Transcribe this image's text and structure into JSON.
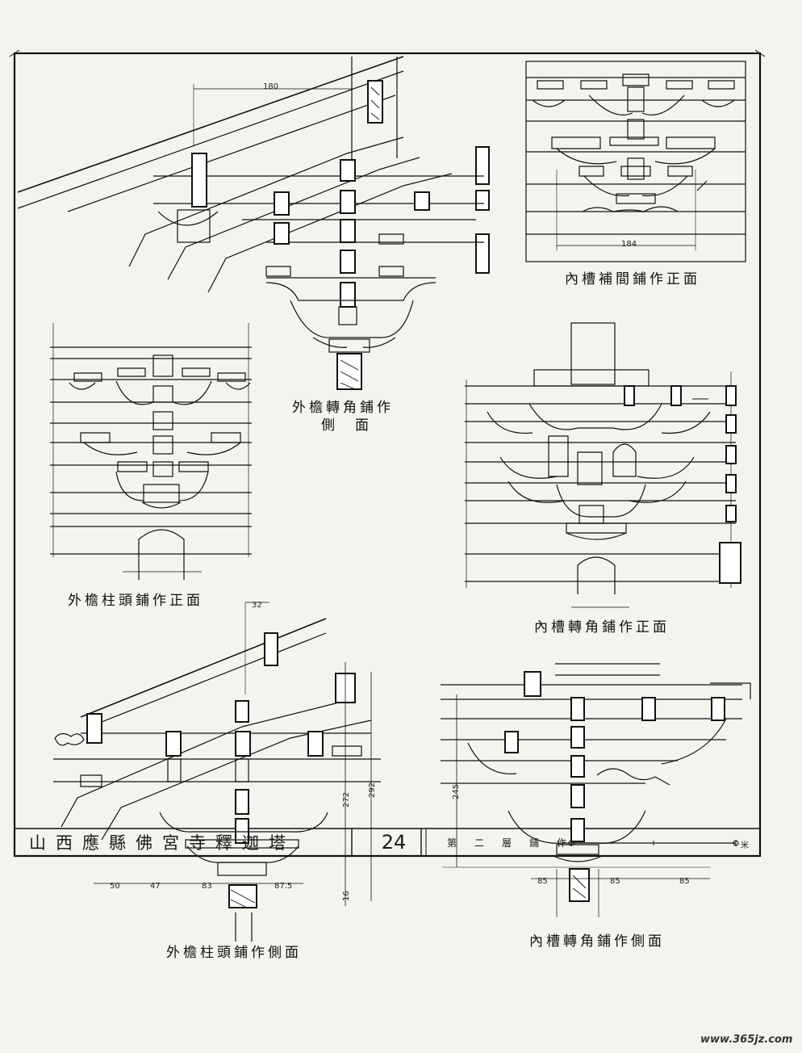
{
  "drawings": {
    "outer_corner_side": {
      "line1": "外檐轉角鋪作",
      "line2": "側　面"
    },
    "inner_intercol_front": "內槽補間鋪作正面",
    "outer_column_front": "外檐柱頭鋪作正面",
    "inner_corner_front": "內槽轉角鋪作正面",
    "outer_column_side": "外檐柱頭鋪作側面",
    "inner_corner_side": "內槽轉角鋪作側面"
  },
  "dimensions": {
    "d180": "180",
    "d184": "184",
    "d32": "32",
    "d50": "50",
    "d47": "47",
    "d83": "83",
    "d875": "87.5",
    "d272": "272",
    "d292": "292",
    "d16": "16",
    "d245": "245",
    "d85a": "85",
    "d85b": "85",
    "d85c": "85"
  },
  "title_block": {
    "title": "山西應縣佛宮寺釋迦塔",
    "plate_number": "24",
    "subtitle": "第二層鋪作",
    "scale_unit": "米"
  },
  "watermark": "www.365jz.com"
}
